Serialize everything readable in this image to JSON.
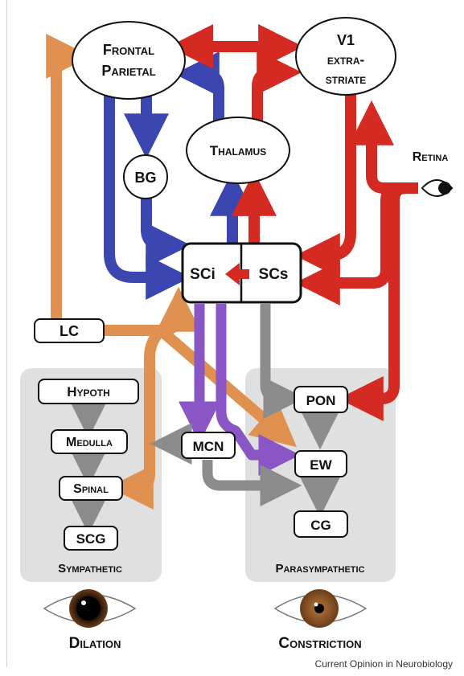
{
  "nodes": {
    "frontal_parietal_line1": "Frontal",
    "frontal_parietal_line2": "Parietal",
    "v1_line1": "V1",
    "v1_line2": "extra-",
    "v1_line3": "striate",
    "thalamus": "Thalamus",
    "bg": "BG",
    "retina": "Retina",
    "sci": "SCi",
    "scs": "SCs",
    "lc": "LC",
    "hypoth": "Hypoth",
    "medulla": "Medulla",
    "spinal": "Spinal",
    "scg": "SCG",
    "mcn": "MCN",
    "pon": "PON",
    "ew": "EW",
    "cg": "CG"
  },
  "panels": {
    "sympathetic": "Sympathetic",
    "parasympathetic": "Parasympathetic"
  },
  "outcomes": {
    "dilation": "Dilation",
    "constriction": "Constriction"
  },
  "caption": "Current Opinion in Neurobiology",
  "colors": {
    "blue": "#3b46b0",
    "red": "#d42a22",
    "orange": "#e0914f",
    "purple": "#8a55c4",
    "gray": "#8c8c8c",
    "panel": "#e0e0e0"
  }
}
